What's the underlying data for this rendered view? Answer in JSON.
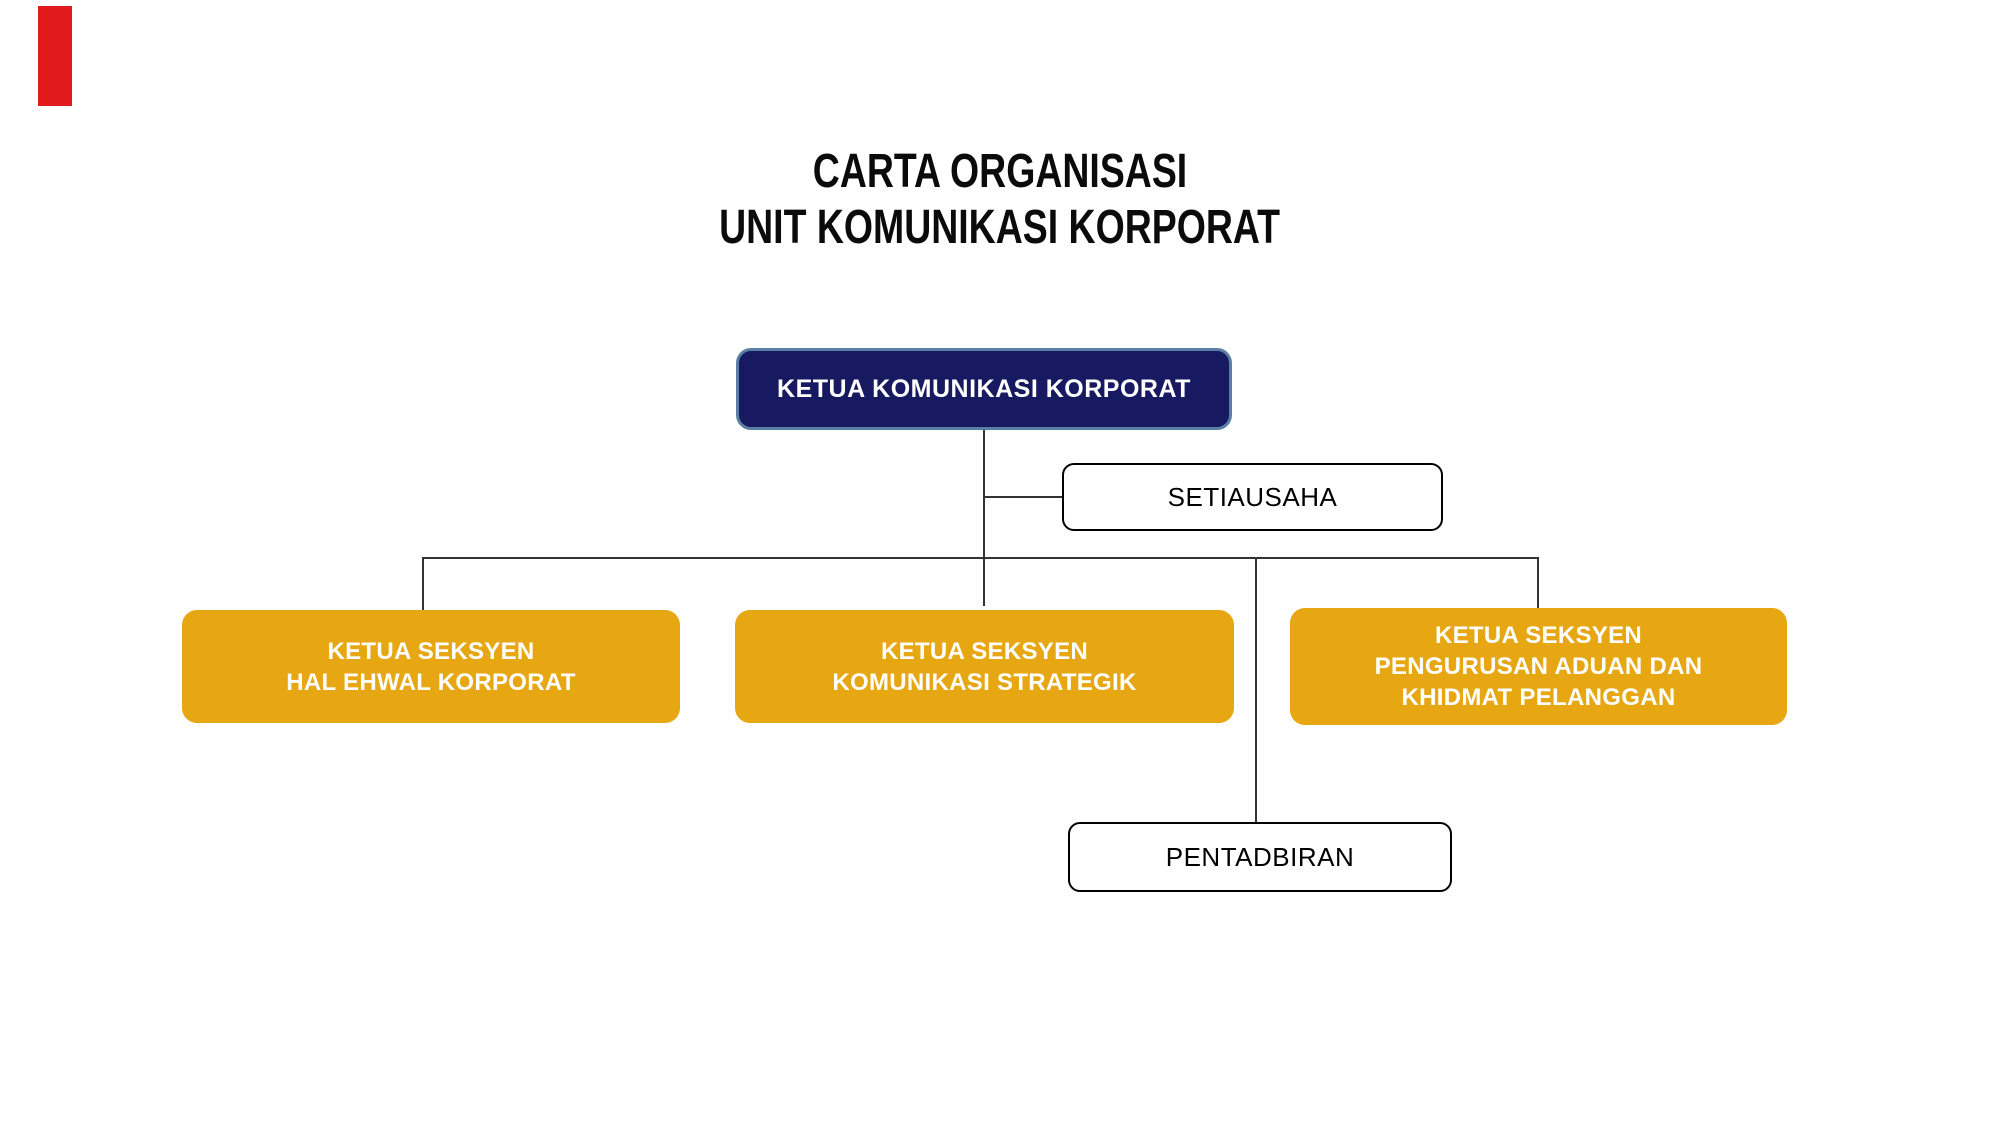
{
  "colors": {
    "page_bg": "#FFFFFF",
    "marker": "#E11B1B",
    "line": "#333333",
    "root_fill": "#171A60",
    "root_border": "#5B7FA4",
    "section_fill": "#E7A712"
  },
  "title": {
    "line1": "CARTA ORGANISASI",
    "line2": "UNIT KOMUNIKASI KORPORAT"
  },
  "org_chart": {
    "root": {
      "label": "KETUA KOMUNIKASI KORPORAT"
    },
    "secretary": {
      "label": "SETIAUSAHA"
    },
    "admin": {
      "label": "PENTADBIRAN"
    },
    "sections": [
      {
        "line1": "KETUA SEKSYEN",
        "line2": "HAL EHWAL KORPORAT"
      },
      {
        "line1": "KETUA SEKSYEN",
        "line2": "KOMUNIKASI STRATEGIK"
      },
      {
        "line1": "KETUA SEKSYEN",
        "line2": "PENGURUSAN ADUAN DAN",
        "line3": "KHIDMAT PELANGGAN"
      }
    ]
  }
}
